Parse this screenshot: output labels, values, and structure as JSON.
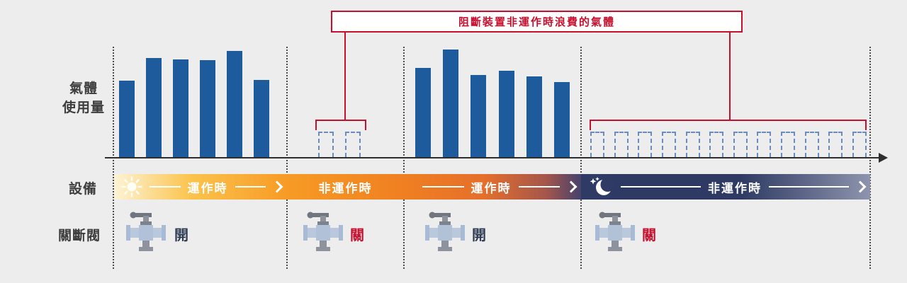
{
  "colors": {
    "background": "#ededed",
    "bar_solid": "#1e5b9c",
    "bar_dashed_outline": "#6b8cbf",
    "callout_red": "#c8102e",
    "axis": "#2e2e2e",
    "valve_open_text": "#2e3a52",
    "valve_closed_text": "#c8102e",
    "night_navy": "#2f3a65",
    "day_orange": "#f79b25"
  },
  "callout": {
    "label": "阻斷裝置非運作時浪費的氣體"
  },
  "labels": {
    "y_axis": [
      "氣體",
      "使用量"
    ],
    "equipment_row": "設備",
    "valve_row": "關斷閥"
  },
  "chart_data": {
    "type": "bar",
    "title": "",
    "ylabel": "氣體使用量",
    "xlabel": "",
    "unit": "relative gas usage (0–100)",
    "grid": false,
    "legend": false,
    "sections": [
      {
        "period": "運作時",
        "bar_style": "solid",
        "values": [
          71,
          92,
          91,
          90,
          99,
          72
        ]
      },
      {
        "period": "非運作時",
        "bar_style": "dashed",
        "values": [
          24,
          24
        ]
      },
      {
        "period": "運作時",
        "bar_style": "solid",
        "values": [
          83,
          100,
          76,
          80,
          75,
          70
        ]
      },
      {
        "period": "非運作時",
        "bar_style": "dashed",
        "values": [
          24,
          24,
          24,
          24,
          24,
          24,
          24,
          24,
          24,
          24,
          24,
          24
        ]
      }
    ],
    "annotation": "阻斷裝置非運作時浪費的氣體"
  },
  "timeline": {
    "segments": [
      {
        "label": "運作時",
        "icon": "sun",
        "arrow": true
      },
      {
        "label": "非運作時",
        "icon": null,
        "arrow": false
      },
      {
        "label": "運作時",
        "icon": null,
        "arrow": true
      },
      {
        "label": "非運作時",
        "icon": "moon-stars",
        "arrow": true
      }
    ]
  },
  "valves": [
    {
      "state": "開",
      "status": "open"
    },
    {
      "state": "關",
      "status": "closed"
    },
    {
      "state": "開",
      "status": "open"
    },
    {
      "state": "關",
      "status": "closed"
    }
  ]
}
